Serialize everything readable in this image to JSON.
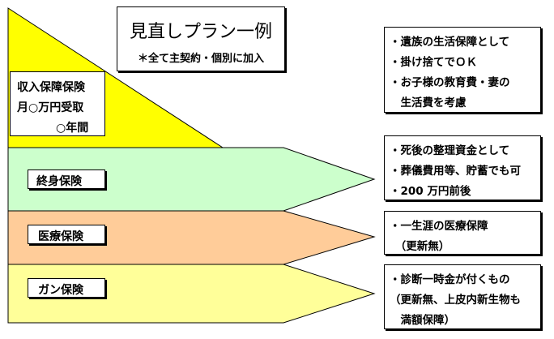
{
  "title": {
    "main": "見直しプラン一例",
    "sub": "＊全て主契約・個別に加入"
  },
  "income_insurance": {
    "line1": "収入保障保険",
    "line2": "月○万円受取",
    "line3": "○年間"
  },
  "bands": {
    "whole_life": "終身保険",
    "medical": "医療保険",
    "cancer": "ガン保険"
  },
  "notes": {
    "income": [
      "・遺族の生活保障として",
      "・掛け捨てでＯＫ",
      "・お子様の教育費・妻の",
      "　生活費を考慮"
    ],
    "whole_life": [
      "・死後の整理資金として",
      "・葬儀費用等、貯蓄でも可",
      "・200 万円前後"
    ],
    "medical": [
      "・一生涯の医療保障",
      "　（更新無）"
    ],
    "cancer": [
      "・診断一時金が付くもの",
      "（更新無、上皮内新生物も",
      "　満額保障）"
    ]
  },
  "colors": {
    "triangle": "#ffff00",
    "whole_life": "#ccffcc",
    "medical": "#ffcc99",
    "cancer": "#ffff99"
  }
}
